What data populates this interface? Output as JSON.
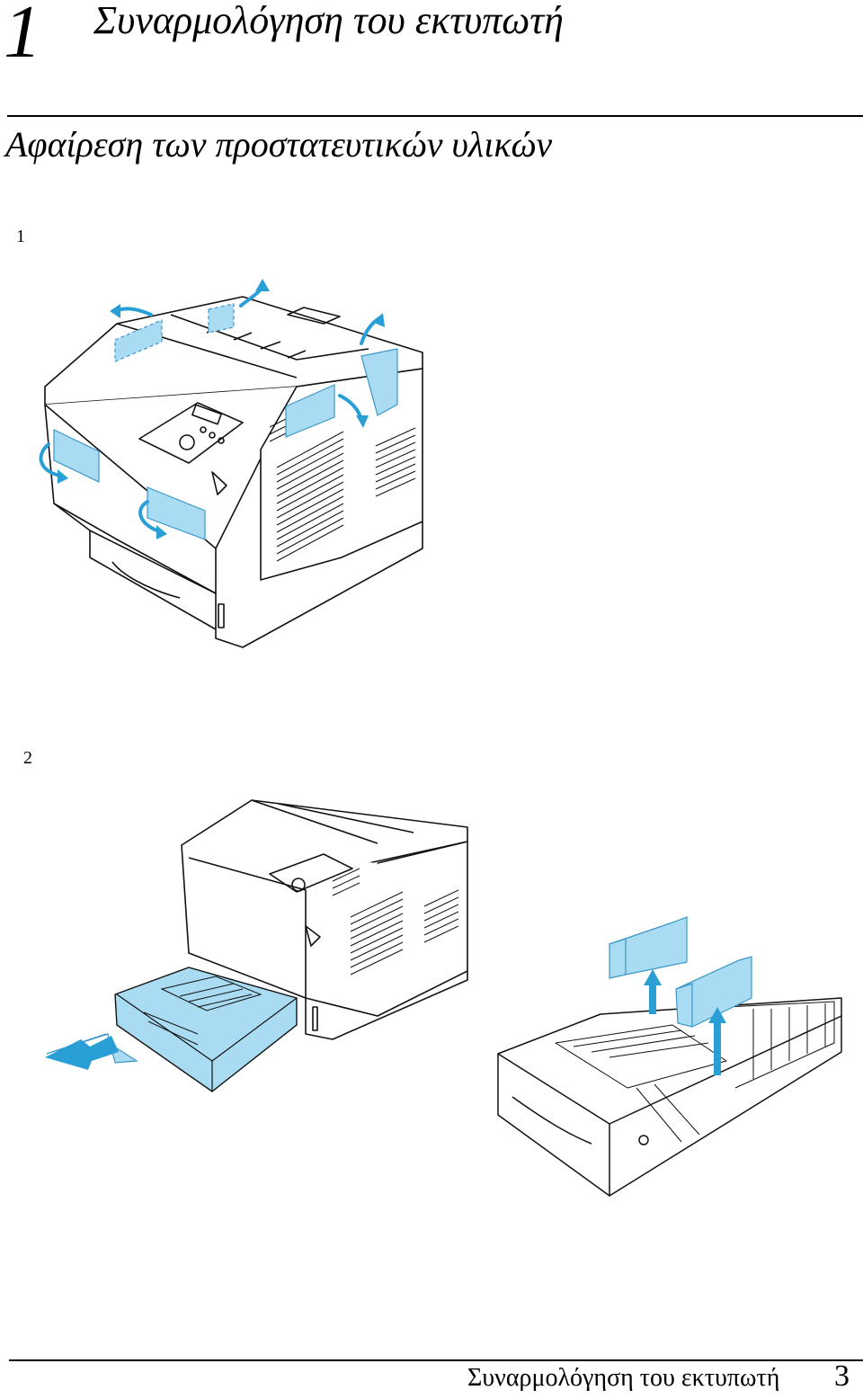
{
  "chapter": {
    "number": "1",
    "title": "Συναρμολόγηση του εκτυπωτή"
  },
  "section": {
    "heading": "Αφαίρεση των προστατευτικών υλικών"
  },
  "steps": [
    {
      "number": "1"
    },
    {
      "number": "2"
    }
  ],
  "footer": {
    "title": "Συναρμολόγηση του εκτυπωτή",
    "page": "3"
  },
  "colors": {
    "tape_blue": "#a9dcf2",
    "tape_blue_dark": "#5fb8de",
    "arrow_blue": "#2a9fd6",
    "line": "#111111"
  },
  "icons": [
    "arrow-icon",
    "tape-icon",
    "printer-illustration",
    "paper-tray-illustration"
  ]
}
